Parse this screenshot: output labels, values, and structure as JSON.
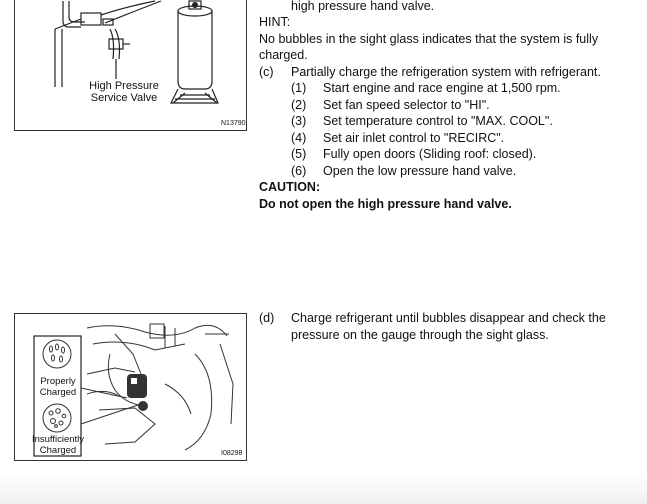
{
  "figure_top": {
    "label_line1": "High Pressure",
    "label_line2": "Service Valve",
    "fig_id": "N13790"
  },
  "figure_bottom": {
    "label_properly_1": "Properly",
    "label_properly_2": "Charged",
    "label_insuff_1": "Insufficiently",
    "label_insuff_2": "Charged",
    "fig_id": "I08298"
  },
  "text": {
    "line_top": "high pressure hand valve.",
    "hint_label": "HINT:",
    "hint_line1": "No bubbles in the sight glass indicates that the system is fully",
    "hint_line2": "charged.",
    "c_marker": "(c)",
    "c_text": "Partially charge the refrigeration system with refrigerant.",
    "steps": [
      {
        "num": "(1)",
        "text": "Start engine and race engine at 1,500 rpm."
      },
      {
        "num": "(2)",
        "text": "Set fan speed selector to \"HI\"."
      },
      {
        "num": "(3)",
        "text": "Set temperature control to \"MAX. COOL\"."
      },
      {
        "num": "(4)",
        "text": "Set air inlet control to \"RECIRC\"."
      },
      {
        "num": "(5)",
        "text": "Fully open doors (Sliding roof: closed)."
      },
      {
        "num": "(6)",
        "text": "Open the low pressure hand valve."
      }
    ],
    "caution_label": "CAUTION:",
    "caution_text": "Do not open the high pressure hand valve.",
    "d_marker": "(d)",
    "d_line1": "Charge refrigerant until bubbles disappear and check the",
    "d_line2": "pressure on the gauge through the sight glass."
  }
}
